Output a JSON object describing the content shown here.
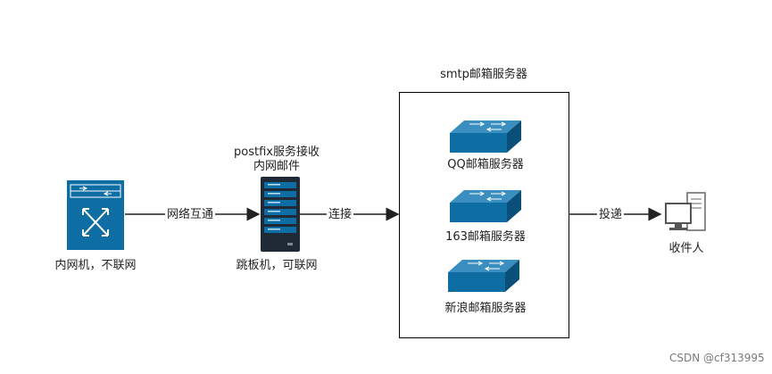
{
  "nodes": {
    "intranet_machine": {
      "label": "内网机，不联网",
      "icon": "switch-icon"
    },
    "jump_server": {
      "label_line1": "postfix服务接收",
      "label_line2": "内网邮件",
      "caption": "跳板机，可联网",
      "icon": "server-rack-icon"
    },
    "smtp_group": {
      "title": "smtp邮箱服务器"
    },
    "qq_server": {
      "label": "QQ邮箱服务器",
      "icon": "switch-icon"
    },
    "server_163": {
      "label": "163邮箱服务器",
      "icon": "switch-icon"
    },
    "sina_server": {
      "label": "新浪邮箱服务器",
      "icon": "switch-icon"
    },
    "recipient": {
      "label": "收件人",
      "icon": "pc-icon"
    }
  },
  "edges": {
    "network_link": "网络互通",
    "connect": "连接",
    "deliver": "投递"
  },
  "watermark": "CSDN @cf313995",
  "colors": {
    "device_blue": "#0e6ea3",
    "device_dark": "#0a4f78",
    "line": "#222222"
  }
}
